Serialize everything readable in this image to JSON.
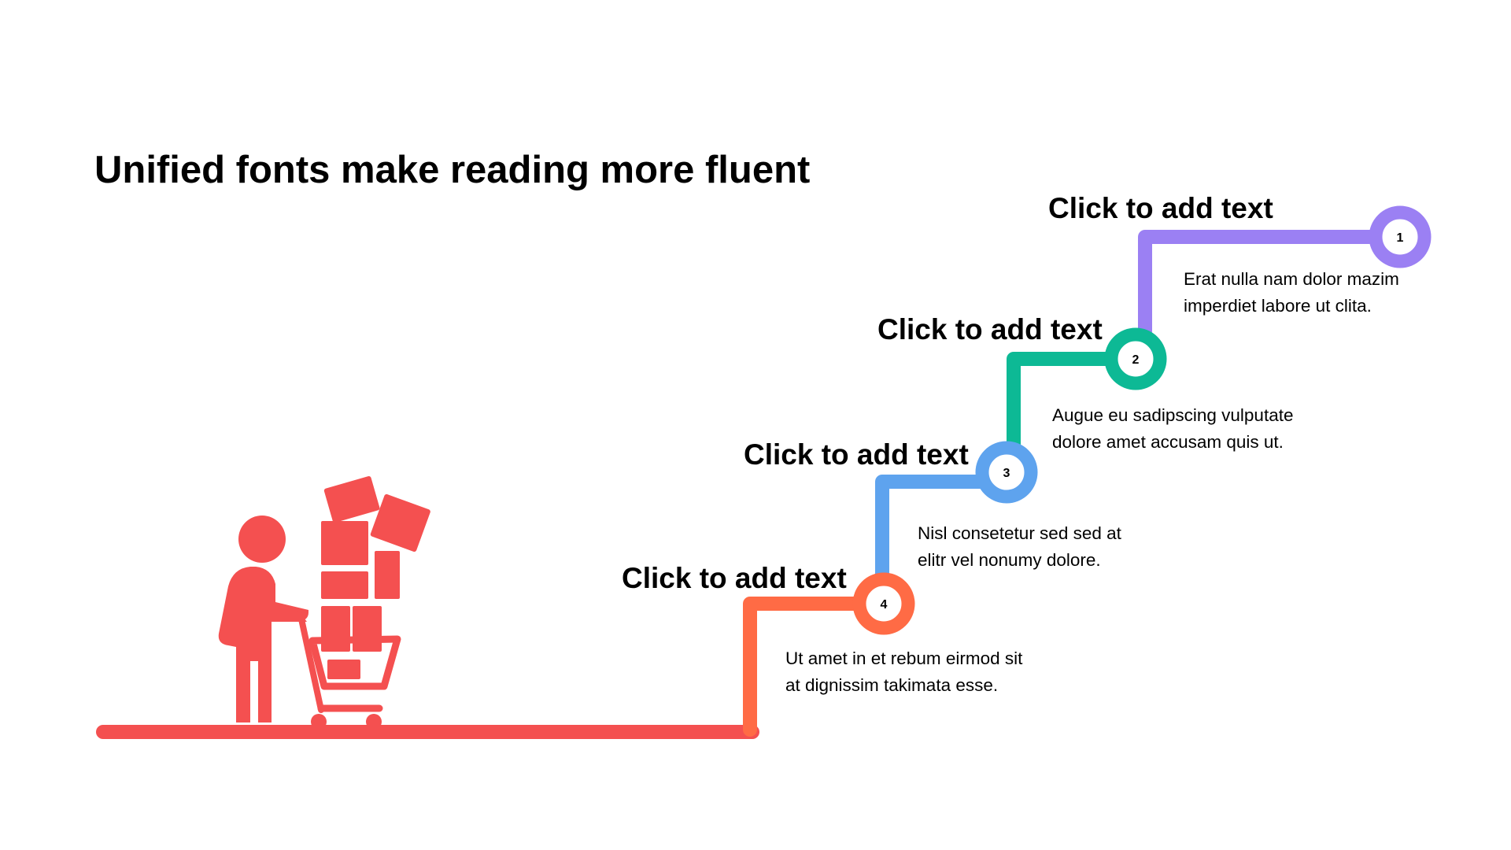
{
  "title": "Unified fonts make reading more fluent",
  "colors": {
    "background": "#ffffff",
    "illustration": "#F45050",
    "step1": "#9B80F3",
    "step2": "#0DB995",
    "step3": "#5EA3EE",
    "step4": "#FF6B45"
  },
  "illustration": {
    "icon": "person-pushing-shopping-cart-with-boxes-icon"
  },
  "steps": [
    {
      "number": "1",
      "heading": "Click to add text",
      "lines": [
        "Erat nulla nam dolor mazim",
        "imperdiet labore ut clita."
      ]
    },
    {
      "number": "2",
      "heading": "Click to add text",
      "lines": [
        "Augue eu sadipscing vulputate",
        "dolore amet accusam quis ut."
      ]
    },
    {
      "number": "3",
      "heading": "Click to add text",
      "lines": [
        "Nisl consetetur sed sed at",
        "elitr vel nonumy dolore."
      ]
    },
    {
      "number": "4",
      "heading": "Click to add text",
      "lines": [
        "Ut amet in et rebum eirmod sit",
        "at dignissim takimata esse."
      ]
    }
  ]
}
